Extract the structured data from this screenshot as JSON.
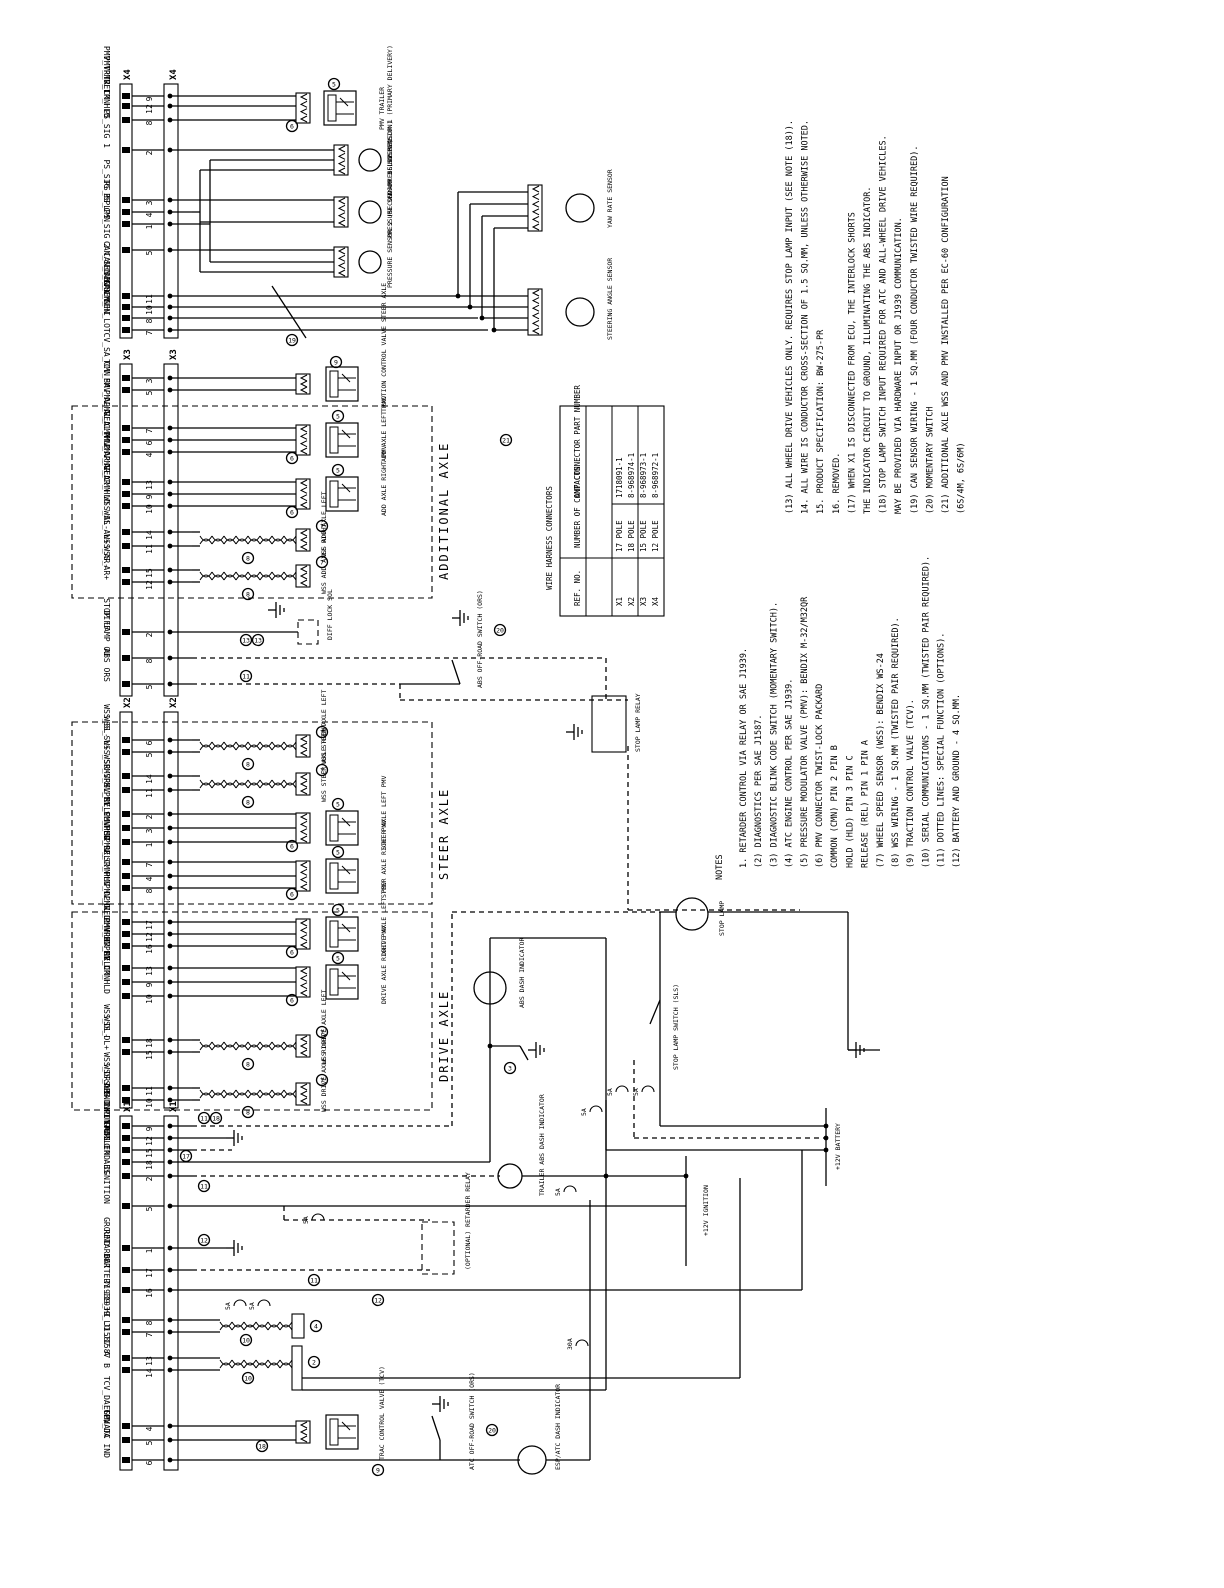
{
  "connector_headers": {
    "x4": "X4",
    "x3": "X3",
    "x2": "X2",
    "x1": "X1"
  },
  "section_titles": {
    "additional_axle": "ADDITIONAL AXLE",
    "steer_axle": "STEER AXLE",
    "drive_axle": "DRIVE AXLE"
  },
  "signals": [
    {
      "label": "PMV_TR_REL",
      "pin": "9"
    },
    {
      "label": "PMV_TR_CMN",
      "pin": "12"
    },
    {
      "label": "PMV_TR_HLD",
      "pin": "8"
    },
    {
      "label": "PS_SIG 1",
      "pin": "2"
    },
    {
      "label": "PS_SIG 3",
      "pin": "3"
    },
    {
      "label": "PS_SPL",
      "pin": "4"
    },
    {
      "label": "PS_CMN",
      "pin": "1"
    },
    {
      "label": "PS_SIG 2",
      "pin": "5"
    },
    {
      "label": "CAN_SEN_SPL",
      "pin": "11"
    },
    {
      "label": "CAN_SEN_CMN",
      "pin": "10"
    },
    {
      "label": "CAN_SEN_HI",
      "pin": "8"
    },
    {
      "label": "CAN_SEN_LO",
      "pin": "7"
    },
    {
      "label": "TCV_SA_CMN",
      "pin": "3"
    },
    {
      "label": "TCV_SA",
      "pin": "5"
    },
    {
      "label": "PMV_AL_REL",
      "pin": "7"
    },
    {
      "label": "PMV_AL_CMN",
      "pin": "6"
    },
    {
      "label": "PMV_AL_HLD",
      "pin": "4"
    },
    {
      "label": "PMV_AR_REL",
      "pin": "13"
    },
    {
      "label": "PMV_AR_CMN",
      "pin": "9"
    },
    {
      "label": "PMV_AR_HLD",
      "pin": "10"
    },
    {
      "label": "WSS_AL-",
      "pin": "14"
    },
    {
      "label": "WSS_AL+",
      "pin": "11"
    },
    {
      "label": "WSS_AR-",
      "pin": "15"
    },
    {
      "label": "WSS_AR+",
      "pin": "12"
    },
    {
      "label": "DIFF",
      "pin": "2"
    },
    {
      "label": "STOP LAMP OU",
      "pin": "8"
    },
    {
      "label": "ABS ORS",
      "pin": "5"
    },
    {
      "label": "WSS_SL-",
      "pin": "6"
    },
    {
      "label": "WSS_SL+",
      "pin": "5"
    },
    {
      "label": "WSS_SR-",
      "pin": "14"
    },
    {
      "label": "WSS_SR+",
      "pin": "11"
    },
    {
      "label": "PMV_SL_REL",
      "pin": "2"
    },
    {
      "label": "PMV_SL_CMN",
      "pin": "3"
    },
    {
      "label": "PMV_SL_HLD",
      "pin": "1"
    },
    {
      "label": "PMV_SR_REL",
      "pin": "7"
    },
    {
      "label": "PMV_SR_CMN",
      "pin": "4"
    },
    {
      "label": "PMV_SR_HLD",
      "pin": "8"
    },
    {
      "label": "PMV_DL_REL",
      "pin": "17"
    },
    {
      "label": "PMV_DL_CMN",
      "pin": "12"
    },
    {
      "label": "PMV_DL_HLD",
      "pin": "16"
    },
    {
      "label": "PMV_DR_REL",
      "pin": "13"
    },
    {
      "label": "PMV_DR_CMN",
      "pin": "9"
    },
    {
      "label": "PMV_DR_HLD",
      "pin": "10"
    },
    {
      "label": "WSS_DL-",
      "pin": "18"
    },
    {
      "label": "WSS_DL+",
      "pin": "15"
    },
    {
      "label": "WSS_DR-",
      "pin": "11"
    },
    {
      "label": "WSS_DR+",
      "pin": "10"
    },
    {
      "label": "SLS INPUT",
      "pin": "9"
    },
    {
      "label": "ABS IND GND",
      "pin": "12"
    },
    {
      "label": "IND. INTERLC",
      "pin": "15"
    },
    {
      "label": "ABS IND",
      "pin": "18"
    },
    {
      "label": "TRAILER ABS",
      "pin": "2"
    },
    {
      "label": "IGNITION",
      "pin": "5"
    },
    {
      "label": "GROUND",
      "pin": "1"
    },
    {
      "label": "RETARDER",
      "pin": "17"
    },
    {
      "label": "BATTERY",
      "pin": "16"
    },
    {
      "label": "J1939_HI",
      "pin": "8"
    },
    {
      "label": "J1939_LO",
      "pin": "7"
    },
    {
      "label": "J1587 A",
      "pin": "13"
    },
    {
      "label": "J1587 B",
      "pin": "14"
    },
    {
      "label": "TCV_DA_CMN",
      "pin": "4"
    },
    {
      "label": "TCV_DA",
      "pin": "5"
    },
    {
      "label": "ESP/ATC IND",
      "pin": "6"
    }
  ],
  "components": {
    "pmv_trailer": "PMV TRAILER",
    "pressure_sensor_1": "PRESSURE SENSOR 1 (PRIMARY DELIVERY)",
    "pressure_sensor_3": "PRESSURE SENSOR 3 (SUSPENSION)",
    "pressure_sensor_2": "PRESSURE SENSOR 2 (SECONDARY DELIVERY)",
    "yaw_rate_sensor": "YAW RATE SENSOR",
    "steering_angle_sensor": "STEERING ANGLE SENSOR",
    "traction_control_valve_steer": "TRACTION CONTROL VALVE STEER AXLE",
    "add_axle_left_pmv": "ADD AXLE LEFT PMV",
    "add_axle_right_pmv": "ADD AXLE RIGHT PMV",
    "wss_add_axle_left": "WSS ADD AXLE LEFT",
    "wss_add_axle_right": "WSS ADD AXLE RIGHT",
    "diff_lock_sol": "DIFF LOCK SOL",
    "abs_offroad_switch": "ABS OFF-ROAD SWITCH (ORS)",
    "stop_lamp_relay": "STOP LAMP RELAY",
    "wss_steer_axle_left": "WSS STEER AXLE LEFT",
    "wss_steer_axle_right": "WSS STEER AXLE RIGHT",
    "steer_axle_left_pmv": "STEER AXLE LEFT PMV",
    "steer_axle_right_pmv": "STEER AXLE RIGHT PMV",
    "drive_axle_left_pmv": "DRIVE AXLE LEFT PMV",
    "drive_axle_right_pmv": "DRIVE AXLE RIGHT PMV",
    "wss_drive_axle_left": "WSS DRIVE AXLE LEFT",
    "wss_drive_axle_right": "WSS DRIVE AXLE RIGHT",
    "abs_dash_indicator": "ABS DASH INDICATOR",
    "stop_lamp": "STOP LAMP",
    "stop_lamp_switch": "STOP LAMP SWITCH (SLS)",
    "trailer_abs_dash_indicator": "TRAILER ABS DASH INDICATOR",
    "ignition": "+12V IGNITION",
    "battery": "+12V BATTERY",
    "optional_retarder_relay": "(OPTIONAL) RETARDER RELAY",
    "trac_control_valve": "TRAC CONTROL VALVE (TCV)",
    "atc_offroad_switch": "ATC OFF-ROAD SWITCH (ORS)",
    "esp_atc_dash_indicator": "ESP/ATC DASH INDICATOR"
  },
  "fuse_labels": [
    "5A",
    "5A",
    "5A",
    "5A",
    "5A",
    "5A",
    "30A",
    "5A"
  ],
  "harness_table": {
    "title": "WIRE HARNESS CONNECTORS",
    "headers": [
      "REF. NO.",
      "NUMBER OF CONTACTS",
      "AMP CONNECTOR PART NUMBER"
    ],
    "rows": [
      [
        "X1",
        "17 POLE",
        "1718091-1"
      ],
      [
        "X2",
        "18 POLE",
        "8-968974-1"
      ],
      [
        "X3",
        "15 POLE",
        "8-968973-1"
      ],
      [
        "X4",
        "12 POLE",
        "8-968972-1"
      ]
    ]
  },
  "notes_title": "NOTES",
  "notes_left": [
    "1.  RETARDER CONTROL VIA RELAY OR SAE J1939.",
    "(2)  DIAGNOSTICS PER SAE J1587.",
    "(3)  DIAGNOSTIC BLINK CODE SWITCH (MOMENTARY SWITCH).",
    "(4)  ATC ENGINE CONTROL PER SAE J1939.",
    "(5)  PRESSURE MODULATOR VALVE (PMV): BENDIX M-32/M32QR",
    "(6)  PMV CONNECTOR   TWIST-LOCK   PACKARD",
    "        COMMON (CMN)        PIN 2        PIN B",
    "        HOLD (HLD)          PIN 3        PIN C",
    "        RELEASE (REL)       PIN 1        PIN A",
    "(7)  WHEEL SPEED SENSOR  (WSS): BENDIX WS-24",
    "(8)  WSS WIRING - 1 SQ.MM (TWISTED PAIR REQUIRED).",
    "(9)  TRACTION CONTROL VALVE (TCV).",
    "(10)  SERIAL COMMUNICATIONS - 1 SQ.MM (TWISTED PAIR REQUIRED).",
    "(11)  DOTTED LINES: SPECIAL FUNCTION (OPTIONS).",
    "(12)  BATTERY AND GROUND - 4 SQ.MM."
  ],
  "notes_right": [
    "(13)  ALL WHEEL DRIVE VEHICLES ONLY. REQUIRES STOP LAMP INPUT (SEE NOTE (18)).",
    "14.  ALL WIRE IS CONDUCTOR CROSS-SECTION OF 1.5 SQ.MM, UNLESS OTHERWISE NOTED.",
    "15.  PRODUCT SPECIFICATION: BW-275-PR",
    "16.  REMOVED.",
    "(17)  WHEN X1 IS DISCONNECTED FROM ECU, THE INTERLOCK SHORTS",
    "         THE INDICATOR CIRCUIT TO GROUND, ILLUMINATING THE ABS INDICATOR.",
    "(18)  STOP LAMP SWITCH INPUT REQUIRED FOR ATC AND ALL-WHEEL DRIVE VEHICLES.",
    "         MAY BE PROVIDED VIA HARDWARE INPUT OR J1939 COMMUNICATION.",
    "(19)  CAN SENSOR WIRING - 1 SQ.MM (FOUR CONDUCTOR TWISTED WIRE REQUIRED).",
    "(20)  MOMENTARY SWITCH",
    "(21)  ADDITIONAL AXLE WSS AND PMV INSTALLED PER EC-60 CONFIGURATION",
    "         (6S/4M, 6S/6M)"
  ]
}
